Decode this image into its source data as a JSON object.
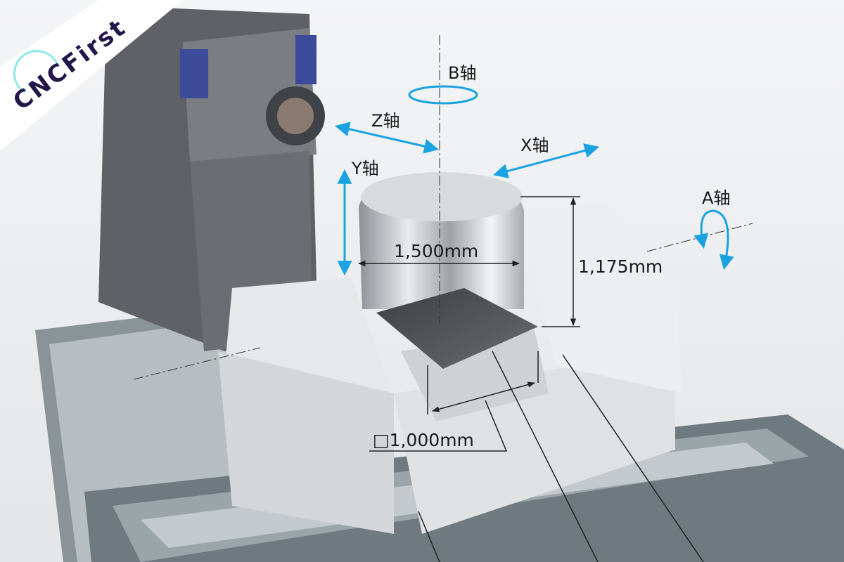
{
  "logo": {
    "text": "CNCFirst",
    "text_color": "#23174a",
    "accent_color": "#8fe8e6"
  },
  "axes": {
    "b": "B轴",
    "z": "Z轴",
    "x": "X轴",
    "y": "Y轴",
    "a": "A轴"
  },
  "dimensions": {
    "diameter": "1,500mm",
    "height": "1,175mm",
    "table": "□1,000mm"
  },
  "colors": {
    "arrow": "#1aa3e0",
    "column": "#5f6166",
    "body": "#e4e6e8",
    "rail": "#6e7a80"
  }
}
